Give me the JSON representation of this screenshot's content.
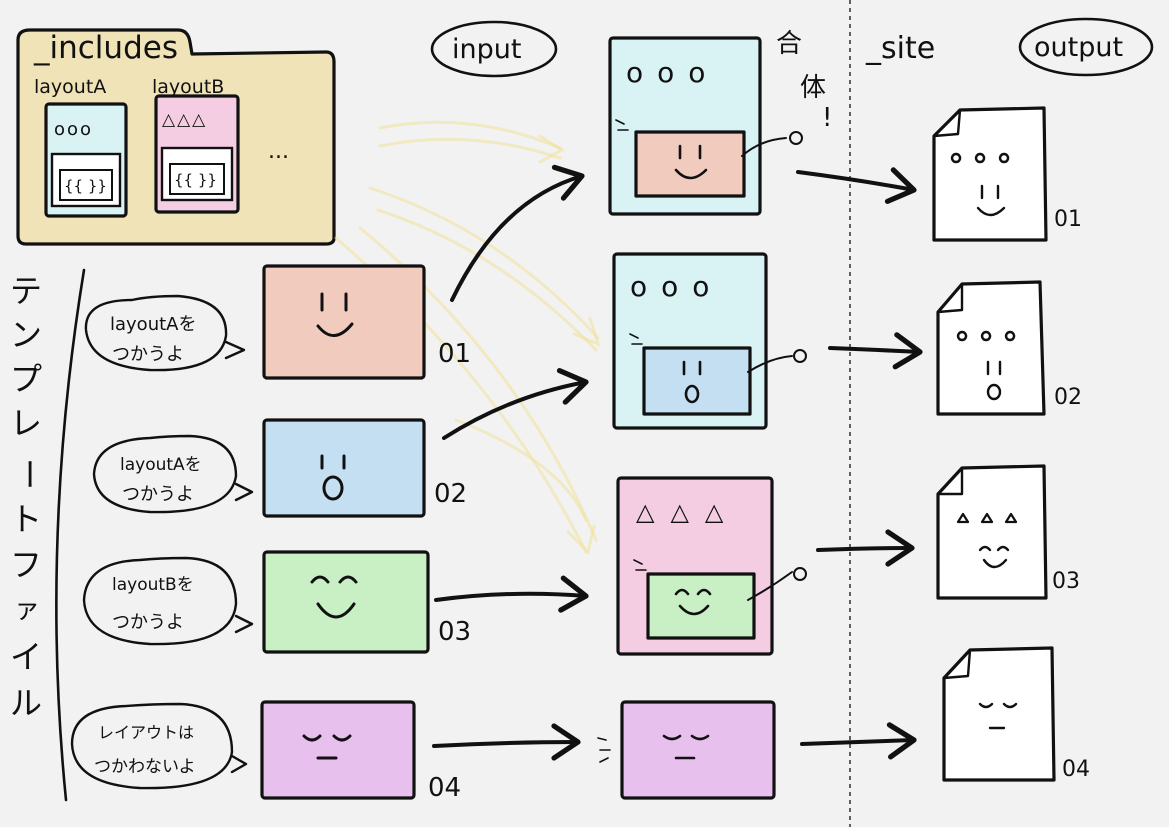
{
  "colors": {
    "background": "#f2f2f2",
    "folder": "#f0e3b8",
    "layoutA": "#d9f2f3",
    "layoutB": "#f5cde2",
    "page01": "#f2cbbf",
    "page02": "#c4dff2",
    "page03": "#c8f0c4",
    "page04": "#e8c0ee",
    "output": "#ffffff",
    "ghostArrow": "#f0e19a",
    "ink": "#111111"
  },
  "folder": {
    "title": "_includes",
    "layout_a_label": "layoutA",
    "layout_b_label": "layoutB",
    "ellipsis": "...",
    "layout_a_dots": "ooo",
    "layout_b_marks": "△△△",
    "placeholder": "{{ }}"
  },
  "headers": {
    "input": "input",
    "site": "_site",
    "output": "output",
    "merge": [
      "合",
      "体",
      "!"
    ]
  },
  "side_label": [
    "テ",
    "ン",
    "プ",
    "レ",
    "ー",
    "ト",
    "フ",
    "ァ",
    "イ",
    "ル"
  ],
  "templates": [
    {
      "number": "01",
      "bubble": [
        "layoutAを",
        "つかうよ"
      ],
      "face": "smile"
    },
    {
      "number": "02",
      "bubble": [
        "layoutAを",
        "つかうよ"
      ],
      "face": "surprised"
    },
    {
      "number": "03",
      "bubble": [
        "layoutBを",
        "つかうよ"
      ],
      "face": "happy"
    },
    {
      "number": "04",
      "bubble": [
        "レイアウトは",
        "つかわないよ"
      ],
      "face": "sleepy"
    }
  ],
  "outputs": [
    {
      "number": "01"
    },
    {
      "number": "02"
    },
    {
      "number": "03"
    },
    {
      "number": "04"
    }
  ],
  "merged_marks": {
    "layoutA": "ooo",
    "layoutB": "△△△"
  }
}
